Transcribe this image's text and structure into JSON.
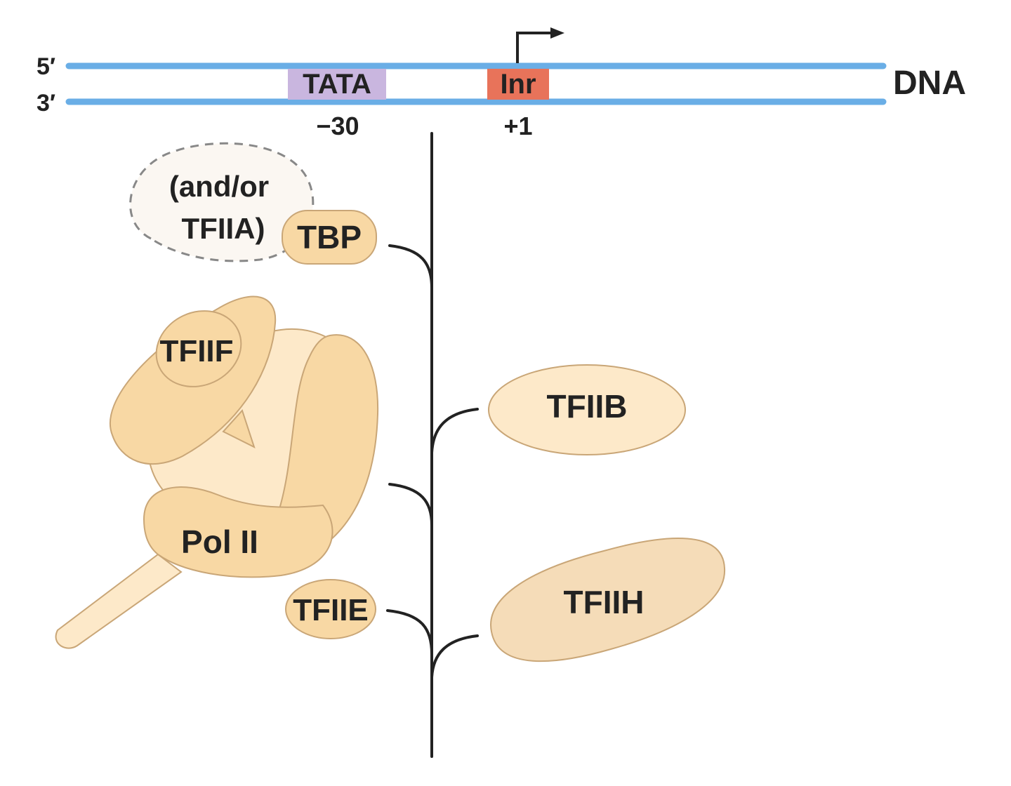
{
  "dna": {
    "strand_top_label": "5′",
    "strand_bottom_label": "3′",
    "label": "DNA",
    "tata_label": "TATA",
    "tata_position": "−30",
    "inr_label": "Inr",
    "inr_position": "+1"
  },
  "factors": {
    "tfiia_note_line1": "(and/or",
    "tfiia_note_line2": "TFIIA)",
    "tbp": "TBP",
    "tfiif": "TFIIF",
    "tfiib": "TFIIB",
    "pol2": "Pol II",
    "tfiie": "TFIIE",
    "tfiih": "TFIIH"
  },
  "colors": {
    "dna_strand": "#6aaee6",
    "tata_box": "#c9b6df",
    "inr_box": "#e8735a",
    "protein_fill": "#f8d8a4",
    "protein_light": "#fde9c9",
    "protein_stroke": "#c9a677",
    "tfiih_fill": "#f5dcb8",
    "dashed_bubble_fill": "#fbf7f2",
    "line": "#222222"
  }
}
